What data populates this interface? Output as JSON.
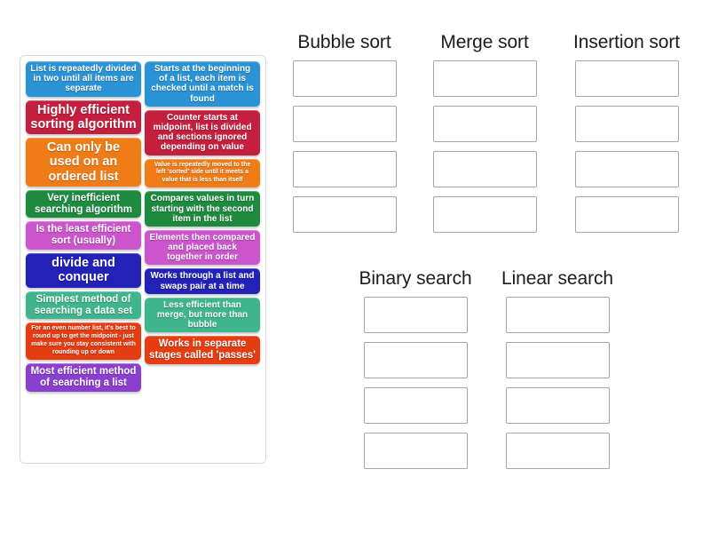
{
  "tray": {
    "columns": [
      {
        "cards": [
          {
            "text": "List is repeatedly divided in two until all items are separate",
            "color": "#2a93d5",
            "size": "sm"
          },
          {
            "text": "Highly efficient sorting algorithm",
            "color": "#c41f3e",
            "size": "lg"
          },
          {
            "text": "Can only be used on an ordered list",
            "color": "#f07c18",
            "size": "lg"
          },
          {
            "text": "Very inefficient searching algorithm",
            "color": "#1d8a3f",
            "size": "md"
          },
          {
            "text": "Is the least efficient sort (usually)",
            "color": "#cc54cc",
            "size": "md"
          },
          {
            "text": "divide and conquer",
            "color": "#2222b8",
            "size": "lg"
          },
          {
            "text": "Simplest method of searching a data set",
            "color": "#3eb58c",
            "size": "md"
          },
          {
            "text": "For an even number list, it's best to round up to get the midpoint - just make sure you stay consistent with rounding up or down",
            "color": "#e53c12",
            "size": "xs"
          },
          {
            "text": "Most efficient method of searching a list",
            "color": "#8b3fd1",
            "size": "md"
          }
        ]
      },
      {
        "cards": [
          {
            "text": "Starts at the beginning of a list, each item is checked until a match is found",
            "color": "#2a93d5",
            "size": "sm"
          },
          {
            "text": "Counter starts at midpoint, list is divided and sections ignored depending on value",
            "color": "#c41f3e",
            "size": "sm"
          },
          {
            "text": "Value is repeatedly moved to the left 'sorted' side until it meets a value that is less than itself",
            "color": "#f07c18",
            "size": "xs"
          },
          {
            "text": "Compares values in turn starting with the second item in the list",
            "color": "#1d8a3f",
            "size": "sm"
          },
          {
            "text": "Elements then compared and placed back together in order",
            "color": "#cc54cc",
            "size": "sm"
          },
          {
            "text": "Works through a list and swaps pair at a time",
            "color": "#2222b8",
            "size": "sm"
          },
          {
            "text": "Less efficient than merge, but more than bubble",
            "color": "#3eb58c",
            "size": "sm"
          },
          {
            "text": "Works in separate stages called 'passes'",
            "color": "#e53c12",
            "size": "md"
          }
        ]
      }
    ]
  },
  "groups": [
    {
      "id": "bubble-sort",
      "title": "Bubble sort",
      "slot_count": 4
    },
    {
      "id": "merge-sort",
      "title": "Merge sort",
      "slot_count": 4
    },
    {
      "id": "insertion-sort",
      "title": "Insertion sort",
      "slot_count": 4
    },
    {
      "id": "binary-search",
      "title": "Binary search",
      "slot_count": 4
    },
    {
      "id": "linear-search",
      "title": "Linear search",
      "slot_count": 4
    }
  ],
  "slot_placeholder": ""
}
